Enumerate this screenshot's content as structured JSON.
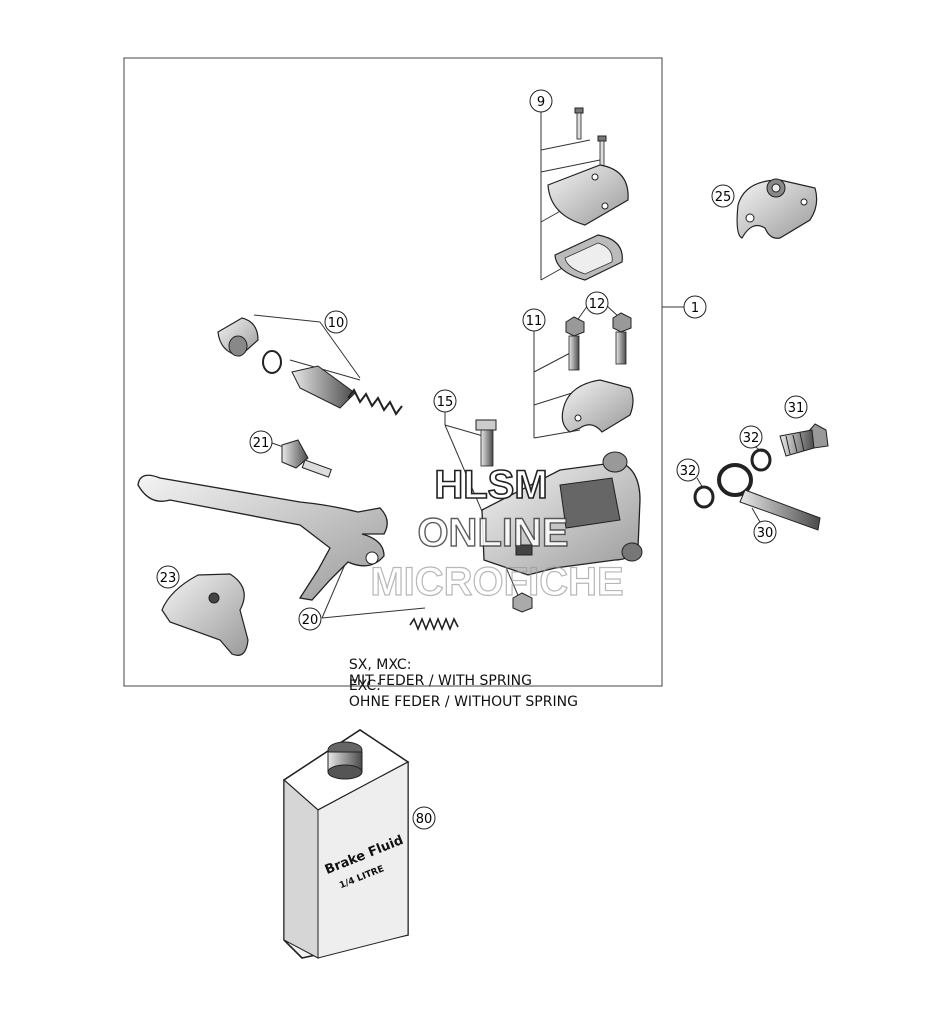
{
  "callouts": {
    "c1": "1",
    "c9": "9",
    "c10": "10",
    "c11": "11",
    "c12": "12",
    "c15": "15",
    "c20": "20",
    "c21": "21",
    "c23": "23",
    "c25": "25",
    "c30": "30",
    "c31": "31",
    "c32a": "32",
    "c32b": "32",
    "c80": "80"
  },
  "notes": {
    "line1_model": "SX, MXC:",
    "line1_text": "MIT FEDER / WITH SPRING",
    "line2_model": "EXC:",
    "line2_text": "OHNE FEDER / WITHOUT SPRING"
  },
  "bottle": {
    "label_line1": "Brake Fluid",
    "label_line2": "1/4 LITRE"
  },
  "watermark": {
    "line1": "HLSM",
    "line2": "ONLINE",
    "line3": "MICROFICHE"
  }
}
